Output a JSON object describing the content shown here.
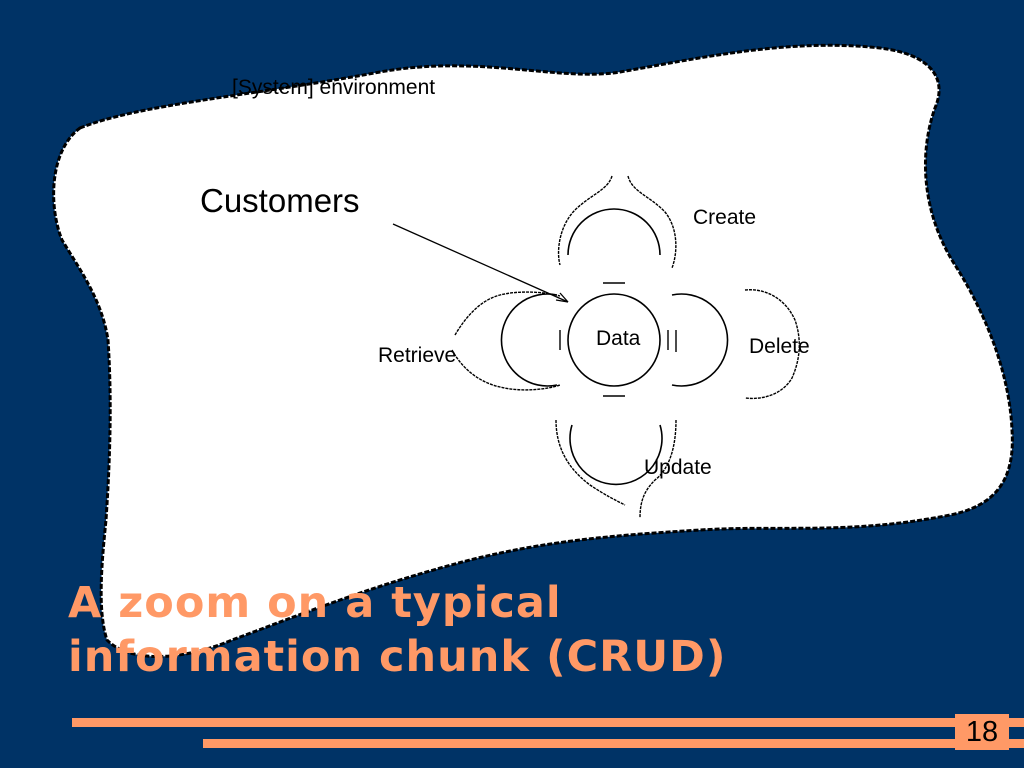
{
  "diagram": {
    "environment_label": "[System] environment",
    "customers_label": "Customers",
    "center_label": "Data",
    "operations": {
      "create": "Create",
      "retrieve": "Retrieve",
      "update": "Update",
      "delete": "Delete"
    }
  },
  "slide": {
    "title_line1": "A zoom on a typical",
    "title_line2": "information chunk (CRUD)",
    "page_number": "18"
  },
  "colors": {
    "background": "#003366",
    "accent": "#FF9966",
    "blob": "#FFFFFF"
  }
}
